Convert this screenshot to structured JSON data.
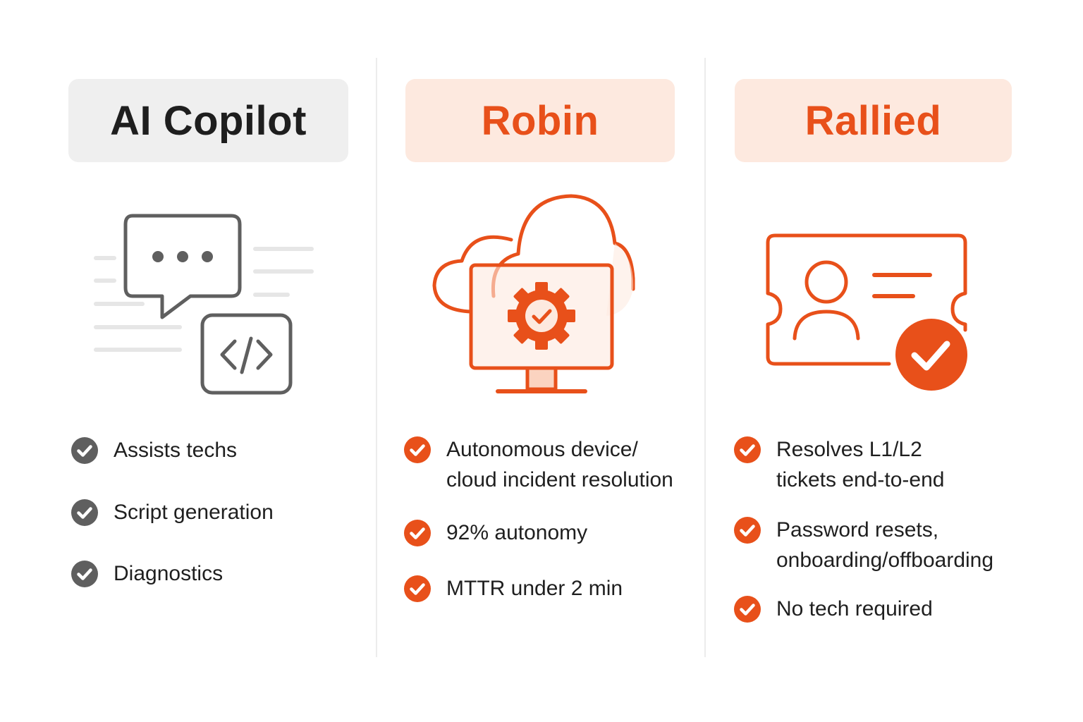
{
  "colors": {
    "accent": "#e8501a",
    "accent_light": "#fde9df",
    "neutral": "#5f5f5f",
    "neutral_light": "#efefef",
    "text": "#1f1f1f"
  },
  "columns": [
    {
      "title": "AI Copilot",
      "icon": "chat-code-icon",
      "features": [
        "Assists techs",
        "Script generation",
        "Diagnostics"
      ]
    },
    {
      "title": "Robin",
      "icon": "cloud-monitor-gear-icon",
      "features": [
        "Autonomous device/\ncloud incident resolution",
        "92% autonomy",
        "MTTR under 2 min"
      ]
    },
    {
      "title": "Rallied",
      "icon": "ticket-user-check-icon",
      "features": [
        "Resolves L1/L2\ntickets end-to-end",
        "Password resets,\nonboarding/offboarding",
        "No tech required"
      ]
    }
  ]
}
